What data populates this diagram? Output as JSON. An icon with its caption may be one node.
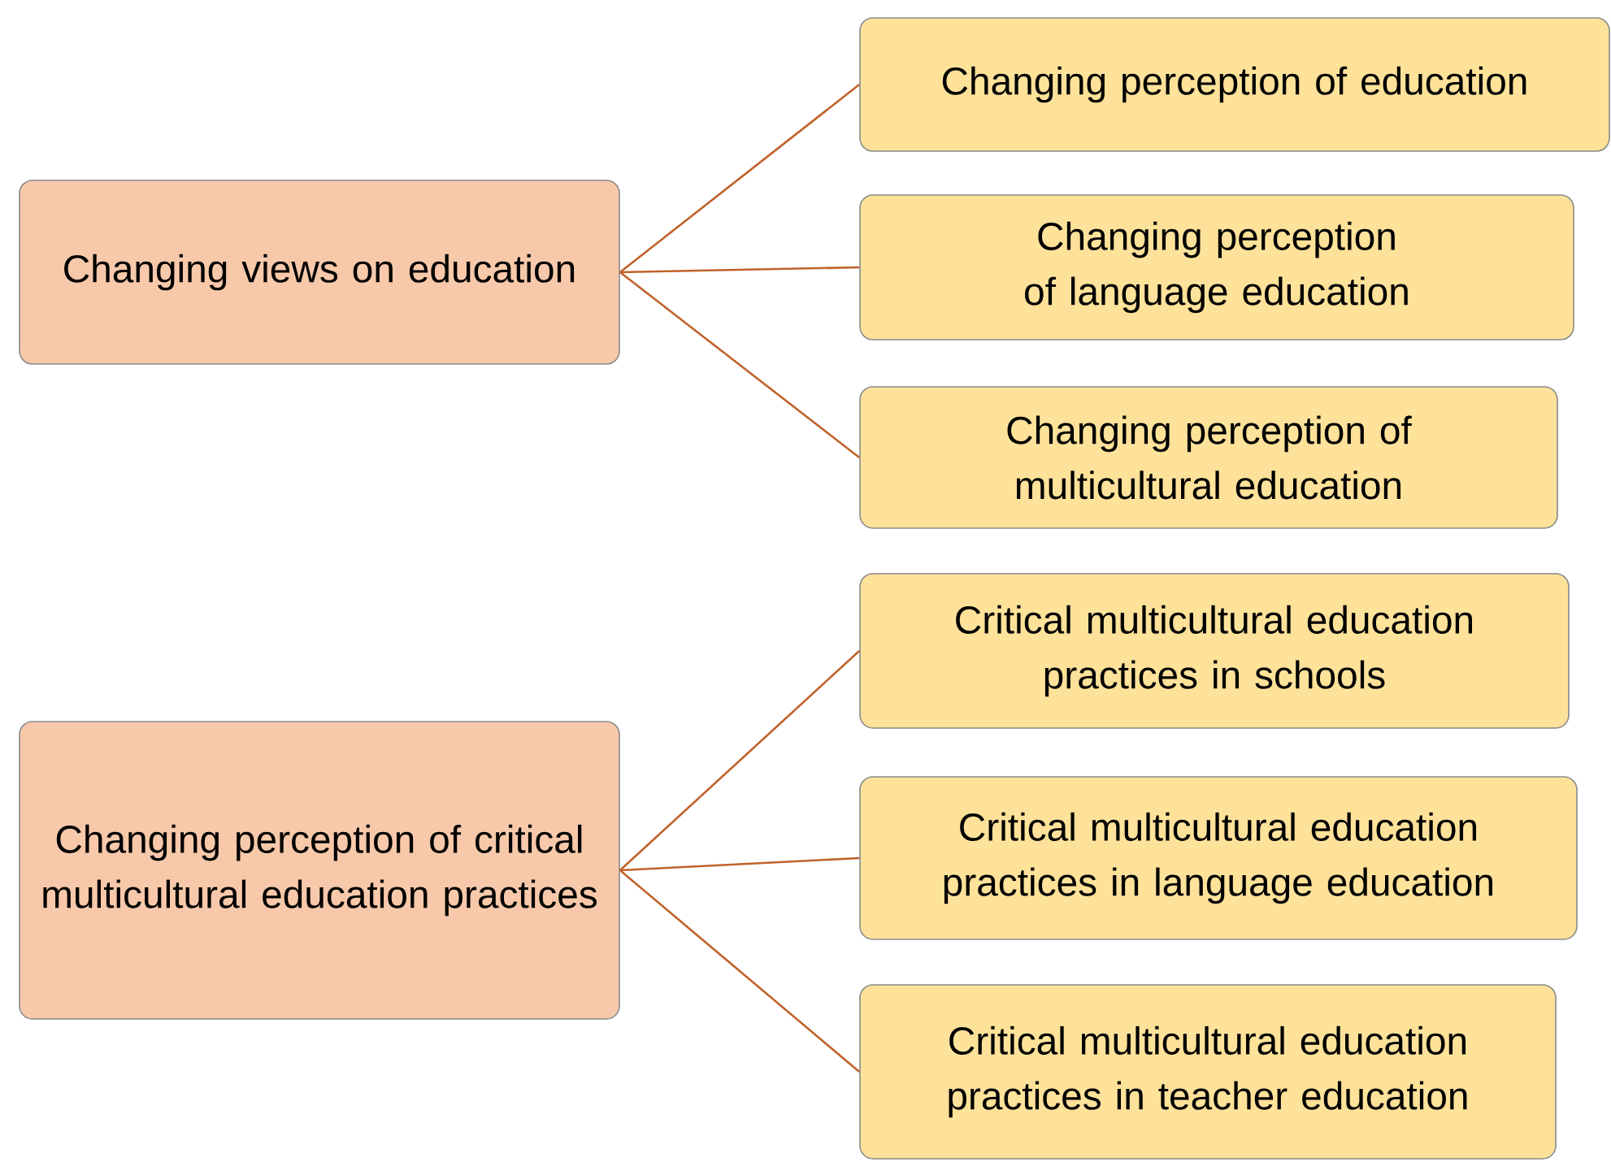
{
  "diagram": {
    "nodes": [
      {
        "text": [
          "Changing views on education"
        ]
      },
      {
        "text": [
          "Changing perception of education"
        ]
      },
      {
        "text": [
          "Changing perception of language education"
        ]
      },
      {
        "text": [
          "Changing perception of multicultural education"
        ]
      },
      {
        "text": [
          "Changing perception of critical multicultural education practices"
        ]
      },
      {
        "text": [
          "Critical multicultural education practices in schools"
        ]
      },
      {
        "text": [
          "Critical multicultural education practices in language education"
        ]
      },
      {
        "text": [
          "Critical multicultural education practices in teacher education"
        ]
      }
    ],
    "edges": [
      {
        "from": 0,
        "to": 1,
        "arrow": "none"
      },
      {
        "from": 0,
        "to": 2,
        "arrow": "none"
      },
      {
        "from": 0,
        "to": 3,
        "arrow": "none"
      },
      {
        "from": 4,
        "to": 5,
        "arrow": "none"
      },
      {
        "from": 4,
        "to": 6,
        "arrow": "none"
      },
      {
        "from": 4,
        "to": 7,
        "arrow": "none"
      }
    ]
  }
}
